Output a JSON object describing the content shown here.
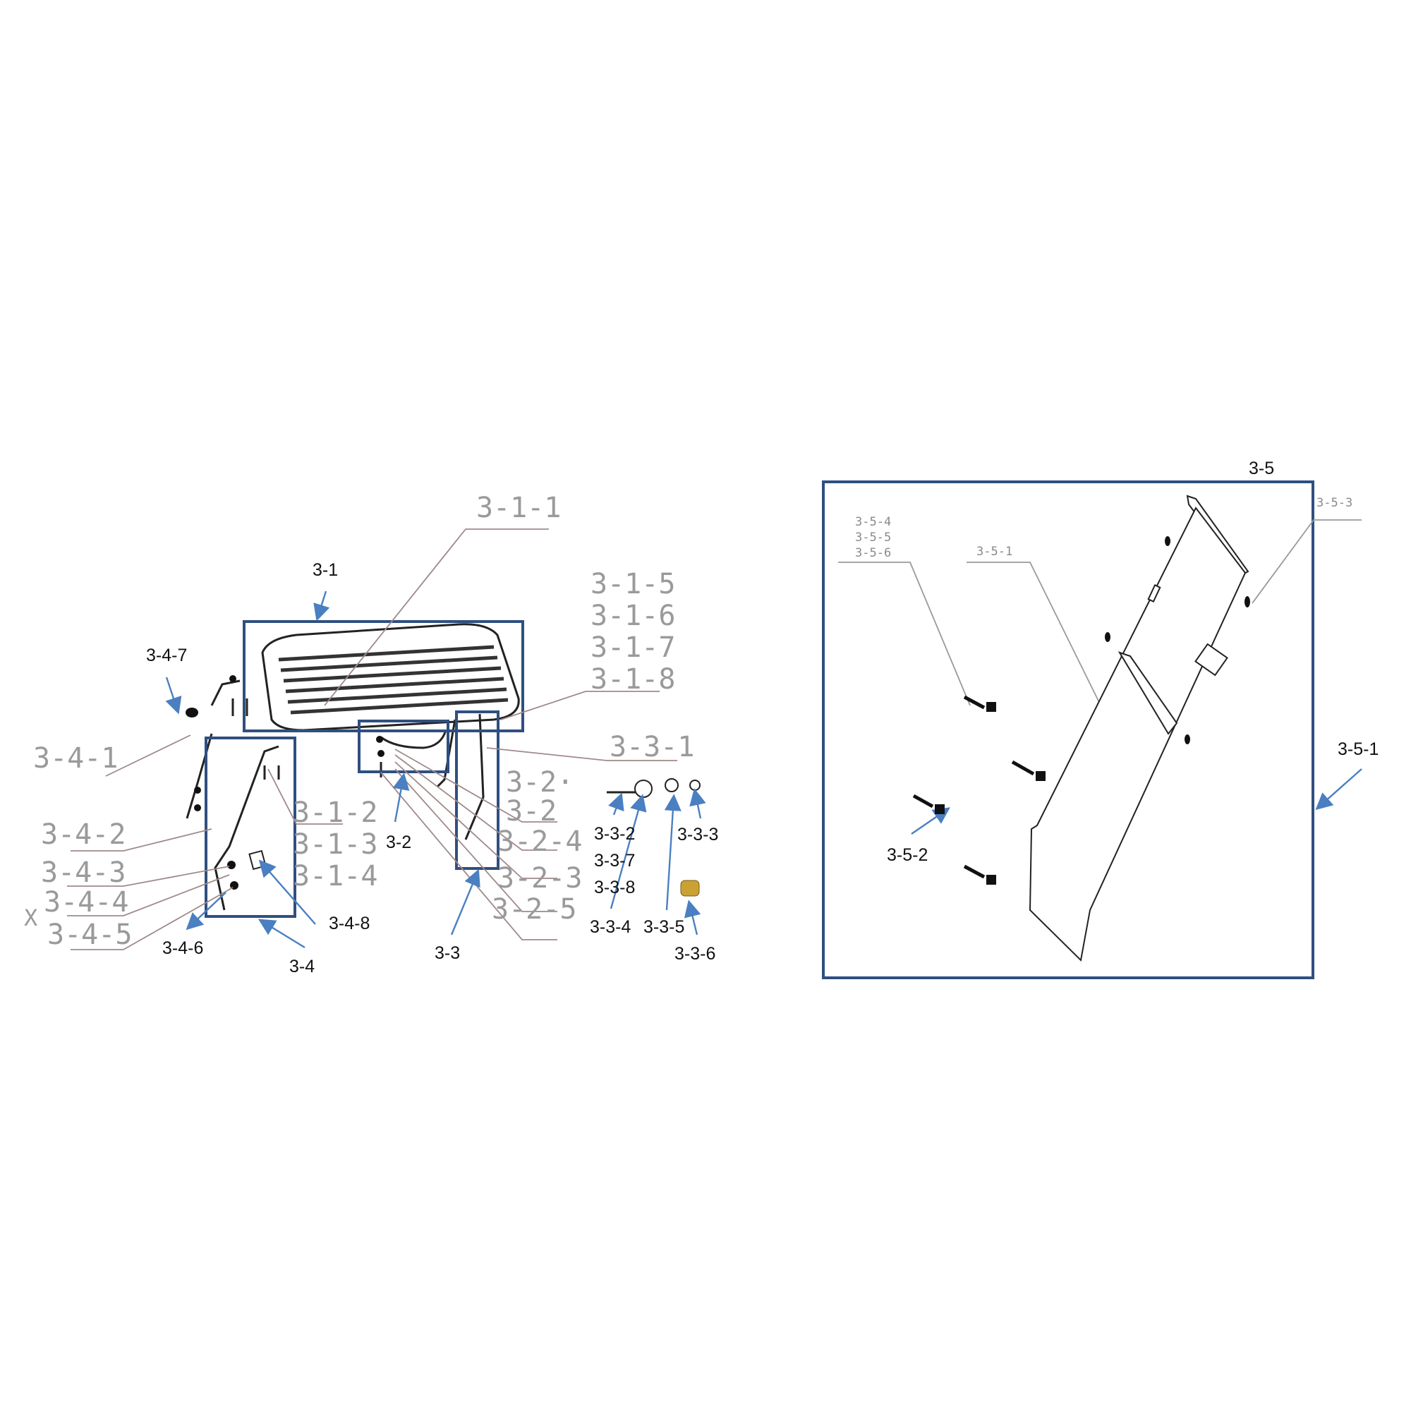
{
  "diagram": {
    "groups": {
      "g31": "3-1",
      "g32": "3-2",
      "g33": "3-3",
      "g34": "3-4",
      "g35": "3-5"
    },
    "callouts_black": {
      "c347": "3-4-7",
      "c348": "3-4-8",
      "c346": "3-4-6",
      "c332": "3-3-2",
      "c337": "3-3-7",
      "c338": "3-3-8",
      "c333": "3-3-3",
      "c334": "3-3-4",
      "c335": "3-3-5",
      "c336": "3-3-6",
      "c351": "3-5-1",
      "c352": "3-5-2"
    },
    "callouts_grey": {
      "c311": "3-1-1",
      "c315": "3-1-5",
      "c316": "3-1-6",
      "c317": "3-1-7",
      "c318": "3-1-8",
      "c331": "3-3-1",
      "c341": "3-4-1",
      "c32a": "3-2·",
      "c32b": "3-2",
      "c324": "3-2-4",
      "c323": "3-2-3",
      "c325": "3-2-5",
      "c312": "3-1-2",
      "c313": "3-1-3",
      "c314": "3-1-4",
      "c342": "3-4-2",
      "c343": "3-4-3",
      "c344": "3-4-4",
      "c345": "3-4-5",
      "x_mark": "X"
    },
    "callouts_small": {
      "c353": "3-5-3",
      "c354": "3-5-4",
      "c355": "3-5-5",
      "c356": "3-5-6",
      "c351g": "3-5-1"
    },
    "colors": {
      "box": "#2f4f7f",
      "arrow": "#4a7fc1",
      "leader": "#a08a8a",
      "brass": "#c9a233"
    }
  }
}
